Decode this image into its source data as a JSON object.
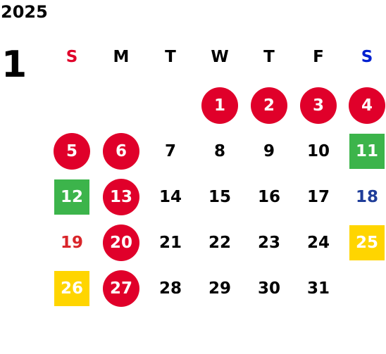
{
  "calendar": {
    "year": "2025",
    "month": "1",
    "colors": {
      "holiday_circle": "#e0002a",
      "green_square": "#3cb44b",
      "yellow_square": "#ffd500",
      "sunday_text": "#e0002a",
      "saturday_text": "#0020d0",
      "blue_number": "#1f3d99",
      "red_number": "#d9252a"
    },
    "weekdays": [
      "S",
      "M",
      "T",
      "W",
      "T",
      "F",
      "S"
    ],
    "days": [
      {
        "label": "1",
        "style": "circle-red"
      },
      {
        "label": "2",
        "style": "circle-red"
      },
      {
        "label": "3",
        "style": "circle-red"
      },
      {
        "label": "4",
        "style": "circle-red"
      },
      {
        "label": "5",
        "style": "circle-red"
      },
      {
        "label": "6",
        "style": "circle-red"
      },
      {
        "label": "7",
        "style": "plain"
      },
      {
        "label": "8",
        "style": "plain"
      },
      {
        "label": "9",
        "style": "plain"
      },
      {
        "label": "10",
        "style": "plain"
      },
      {
        "label": "11",
        "style": "square-green"
      },
      {
        "label": "12",
        "style": "square-green"
      },
      {
        "label": "13",
        "style": "circle-red"
      },
      {
        "label": "14",
        "style": "plain"
      },
      {
        "label": "15",
        "style": "plain"
      },
      {
        "label": "16",
        "style": "plain"
      },
      {
        "label": "17",
        "style": "plain"
      },
      {
        "label": "18",
        "style": "text-blue"
      },
      {
        "label": "19",
        "style": "text-red"
      },
      {
        "label": "20",
        "style": "circle-red"
      },
      {
        "label": "21",
        "style": "plain"
      },
      {
        "label": "22",
        "style": "plain"
      },
      {
        "label": "23",
        "style": "plain"
      },
      {
        "label": "24",
        "style": "plain"
      },
      {
        "label": "25",
        "style": "square-yellow"
      },
      {
        "label": "26",
        "style": "square-yellow"
      },
      {
        "label": "27",
        "style": "circle-red"
      },
      {
        "label": "28",
        "style": "plain"
      },
      {
        "label": "29",
        "style": "plain"
      },
      {
        "label": "30",
        "style": "plain"
      },
      {
        "label": "31",
        "style": "plain"
      }
    ]
  }
}
